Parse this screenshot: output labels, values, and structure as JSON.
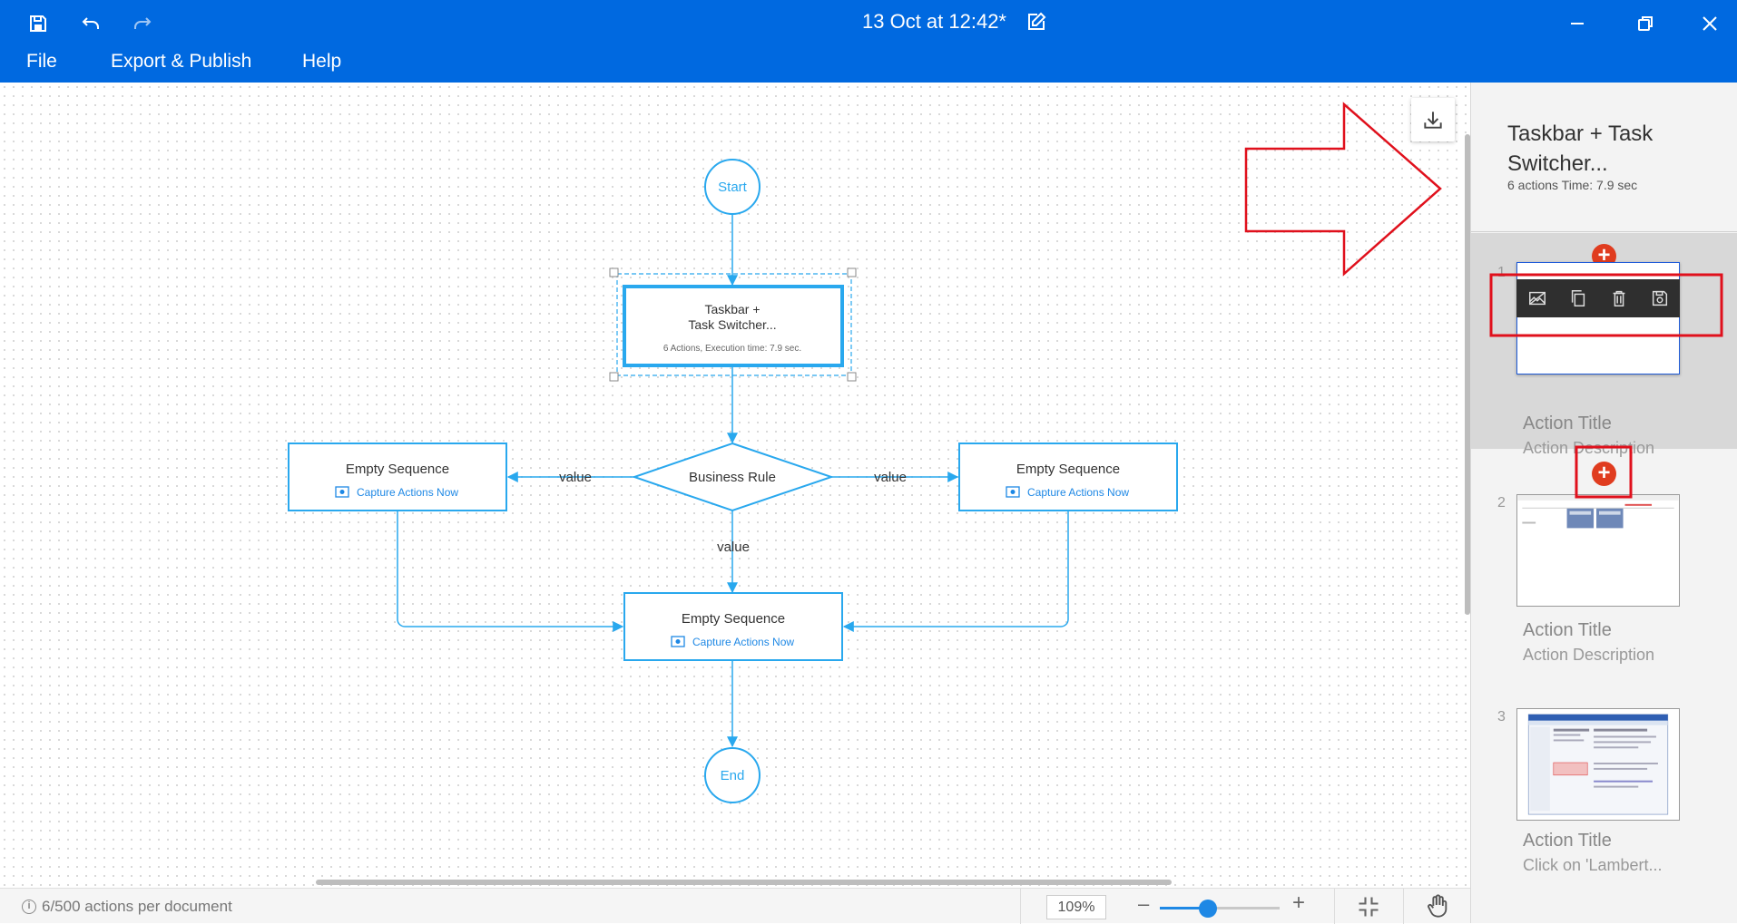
{
  "app": {
    "title": "13 Oct at 12:42*",
    "icons": [
      "save-icon",
      "undo-icon",
      "redo-icon",
      "edit-icon",
      "minimize-icon",
      "maximize-icon",
      "close-icon"
    ]
  },
  "menu": {
    "file": "File",
    "export": "Export & Publish",
    "help": "Help"
  },
  "flow": {
    "start": "Start",
    "end": "End",
    "sequence": {
      "title_line1": "Taskbar +",
      "title_line2": "Task Switcher...",
      "meta": "6 Actions, Execution time: 7.9 sec."
    },
    "decision": "Business Rule",
    "edge_label": "value",
    "empty_sequence": "Empty Sequence",
    "capture_link": "Capture Actions Now",
    "accent_color": "#29a8ee"
  },
  "status": {
    "actions_count": "6/500 actions per document",
    "zoom": "109%",
    "zoom_fraction": 0.4,
    "zoom_out": "–",
    "zoom_in": "+"
  },
  "panel": {
    "title": "Taskbar + Task Switcher...",
    "meta": "6 actions Time: 7.9 sec",
    "actions": [
      {
        "num": "1",
        "title": "Action Title",
        "desc": "Action Description"
      },
      {
        "num": "2",
        "title": "Action Title",
        "desc": "Action Description"
      },
      {
        "num": "3",
        "title": "Action Title",
        "desc": "Click on 'Lambert..."
      }
    ],
    "add_label": "+"
  },
  "colors": {
    "titlebar": "#0069e0",
    "add_button": "#e03c1f",
    "annotation": "#e0101c"
  }
}
